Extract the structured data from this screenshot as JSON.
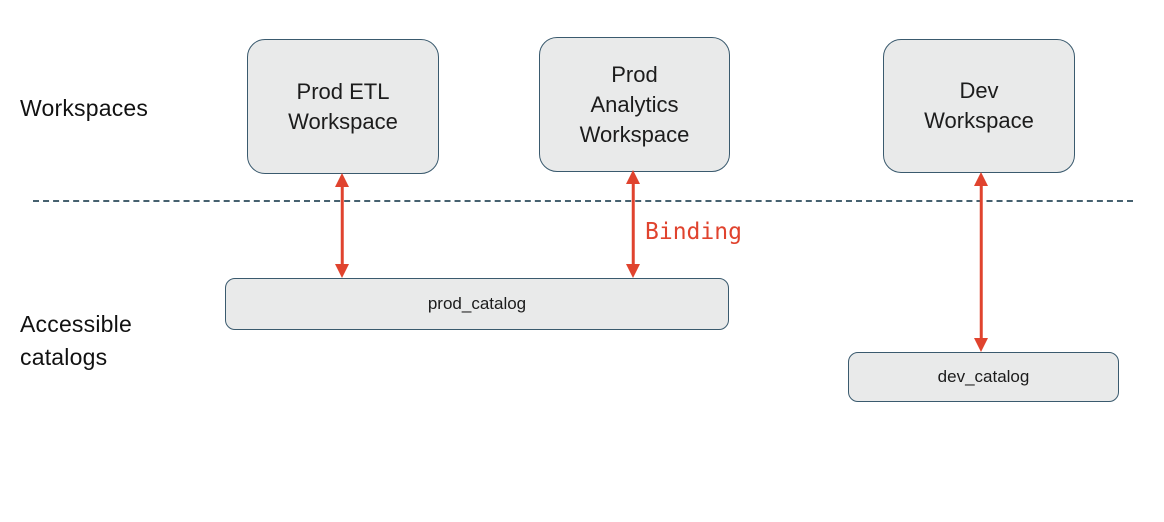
{
  "colors": {
    "box_fill": "#e9eaea",
    "box_border": "#3a5a6e",
    "arrow_red": "#e0432e",
    "divider": "#46616f",
    "text": "#1c1c1c"
  },
  "labels": {
    "workspaces_row": "Workspaces",
    "catalogs_row": "Accessible catalogs",
    "binding": "Binding"
  },
  "workspaces": [
    {
      "label": "Prod ETL Workspace"
    },
    {
      "label": "Prod Analytics Workspace"
    },
    {
      "label": "Dev Workspace"
    }
  ],
  "catalogs": [
    {
      "label": "prod_catalog"
    },
    {
      "label": "dev_catalog"
    }
  ],
  "connections": [
    {
      "from": "Prod ETL Workspace",
      "to": "prod_catalog",
      "style": "double-arrow"
    },
    {
      "from": "Prod Analytics Workspace",
      "to": "prod_catalog",
      "style": "double-arrow",
      "annotation": "Binding"
    },
    {
      "from": "Dev Workspace",
      "to": "dev_catalog",
      "style": "double-arrow"
    }
  ]
}
